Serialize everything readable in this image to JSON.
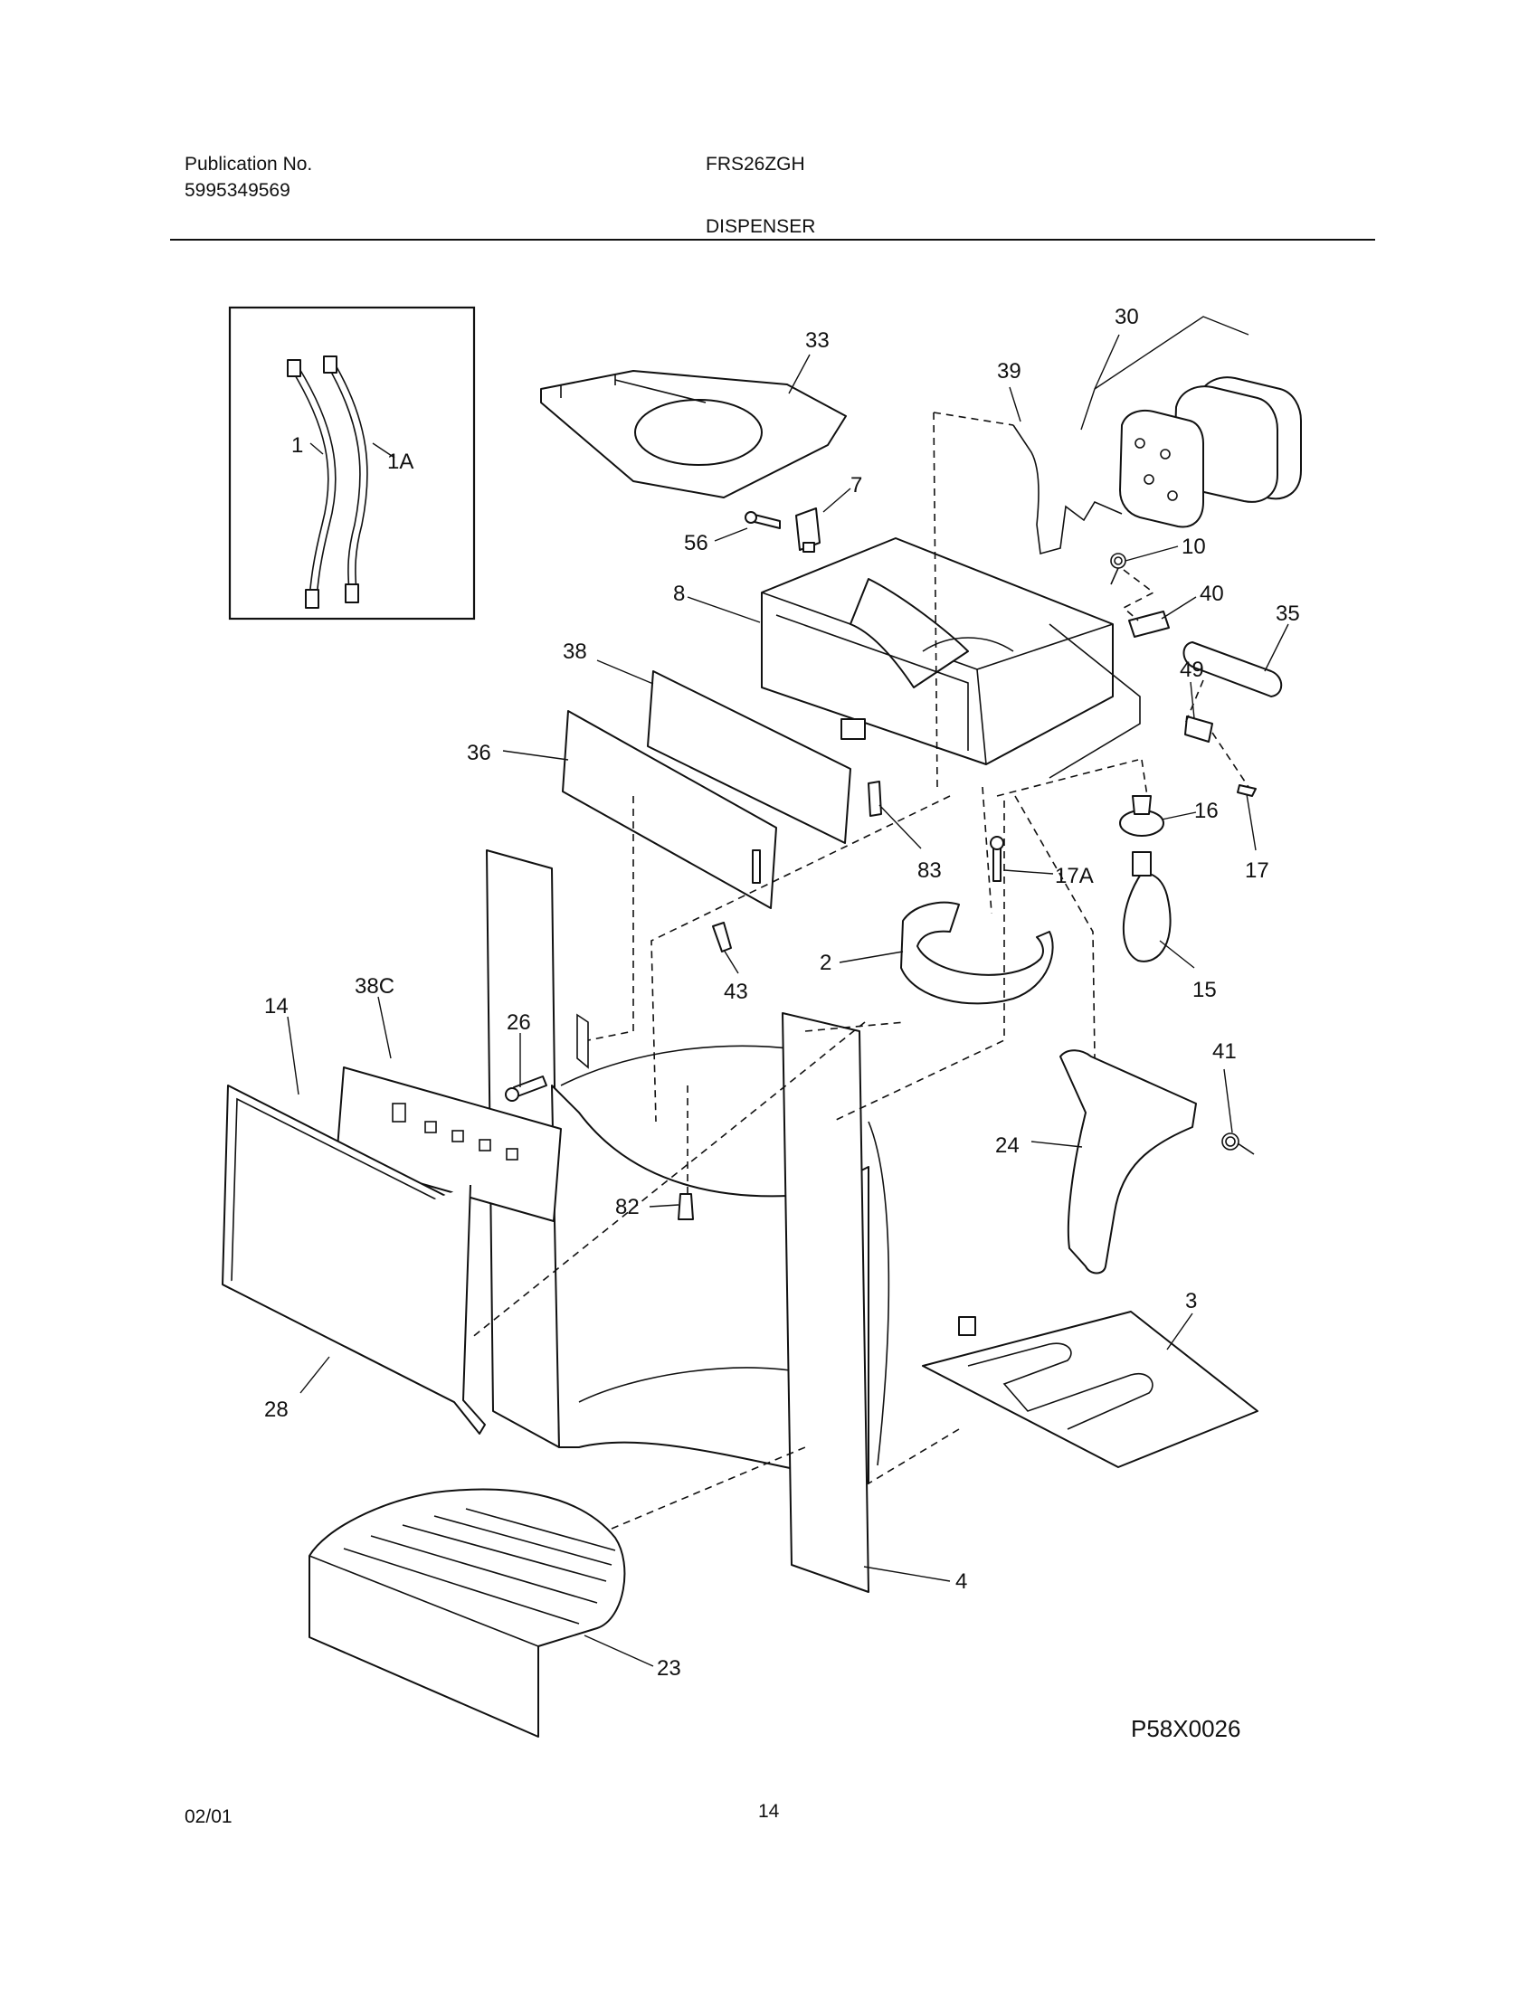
{
  "header": {
    "publication_label": "Publication No.",
    "publication_number": "5995349569",
    "model": "FRS26ZGH",
    "section_title": "DISPENSER"
  },
  "footer": {
    "date": "02/01",
    "page_number": "14"
  },
  "diagram": {
    "figure_code": "P58X0026",
    "callouts": [
      "1",
      "1A",
      "33",
      "30",
      "39",
      "7",
      "56",
      "10",
      "8",
      "40",
      "35",
      "38",
      "49",
      "36",
      "16",
      "17",
      "83",
      "17A",
      "2",
      "43",
      "15",
      "14",
      "38C",
      "26",
      "41",
      "24",
      "82",
      "3",
      "28",
      "4",
      "23"
    ]
  }
}
